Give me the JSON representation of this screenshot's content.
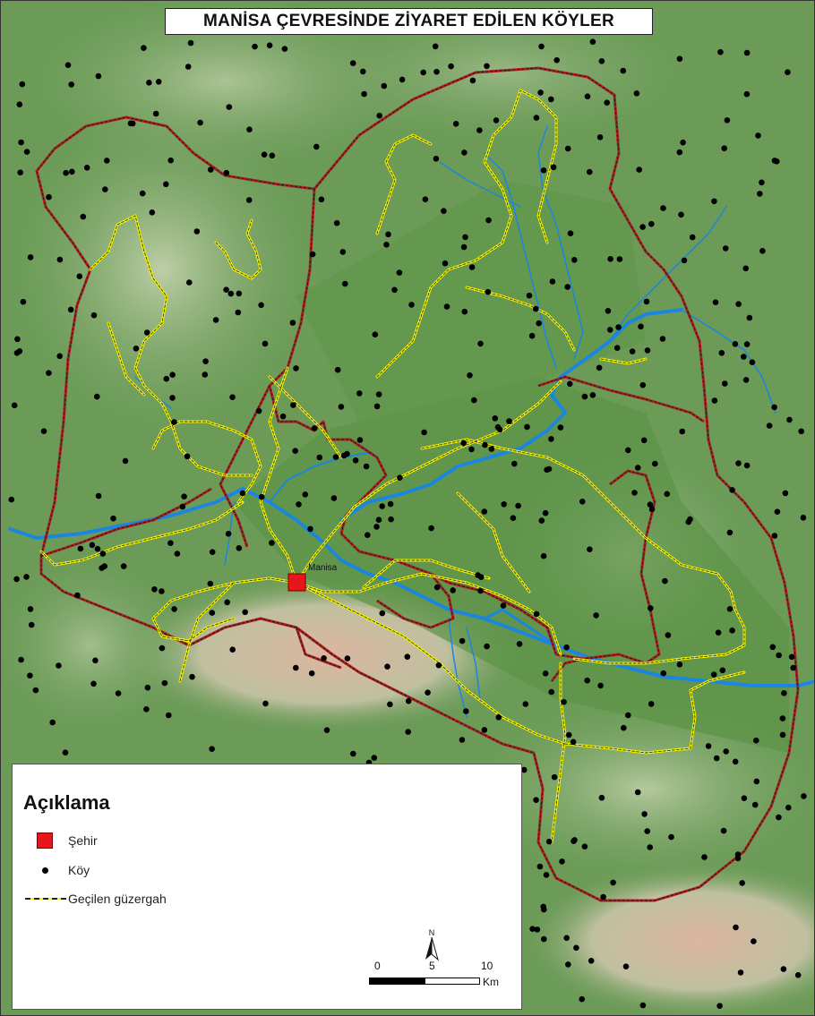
{
  "map": {
    "title": "MANİSA ÇEVRESİNDE ZİYARET EDİLEN KÖYLER",
    "city_label": "Manisa",
    "colors": {
      "terrain": "#6a9a56",
      "plain": "#5d9448",
      "highland": "#b9c9a2",
      "mountain": "#e2b0a0",
      "river": "#1b86e0",
      "boundary_outer": "#b02020",
      "boundary_dash": "#222222",
      "route": "#f2f200",
      "city": "#e8161c",
      "village": "#000000"
    }
  },
  "legend": {
    "heading": "Açıklama",
    "items": [
      {
        "label": "Şehir",
        "symbol": "city-square-icon"
      },
      {
        "label": "Köy",
        "symbol": "village-dot-icon"
      },
      {
        "label": "Geçilen güzergah",
        "symbol": "route-line-icon"
      }
    ]
  },
  "scale_bar": {
    "ticks": [
      "0",
      "5",
      "10"
    ],
    "unit": "Km",
    "north_label": "N"
  }
}
